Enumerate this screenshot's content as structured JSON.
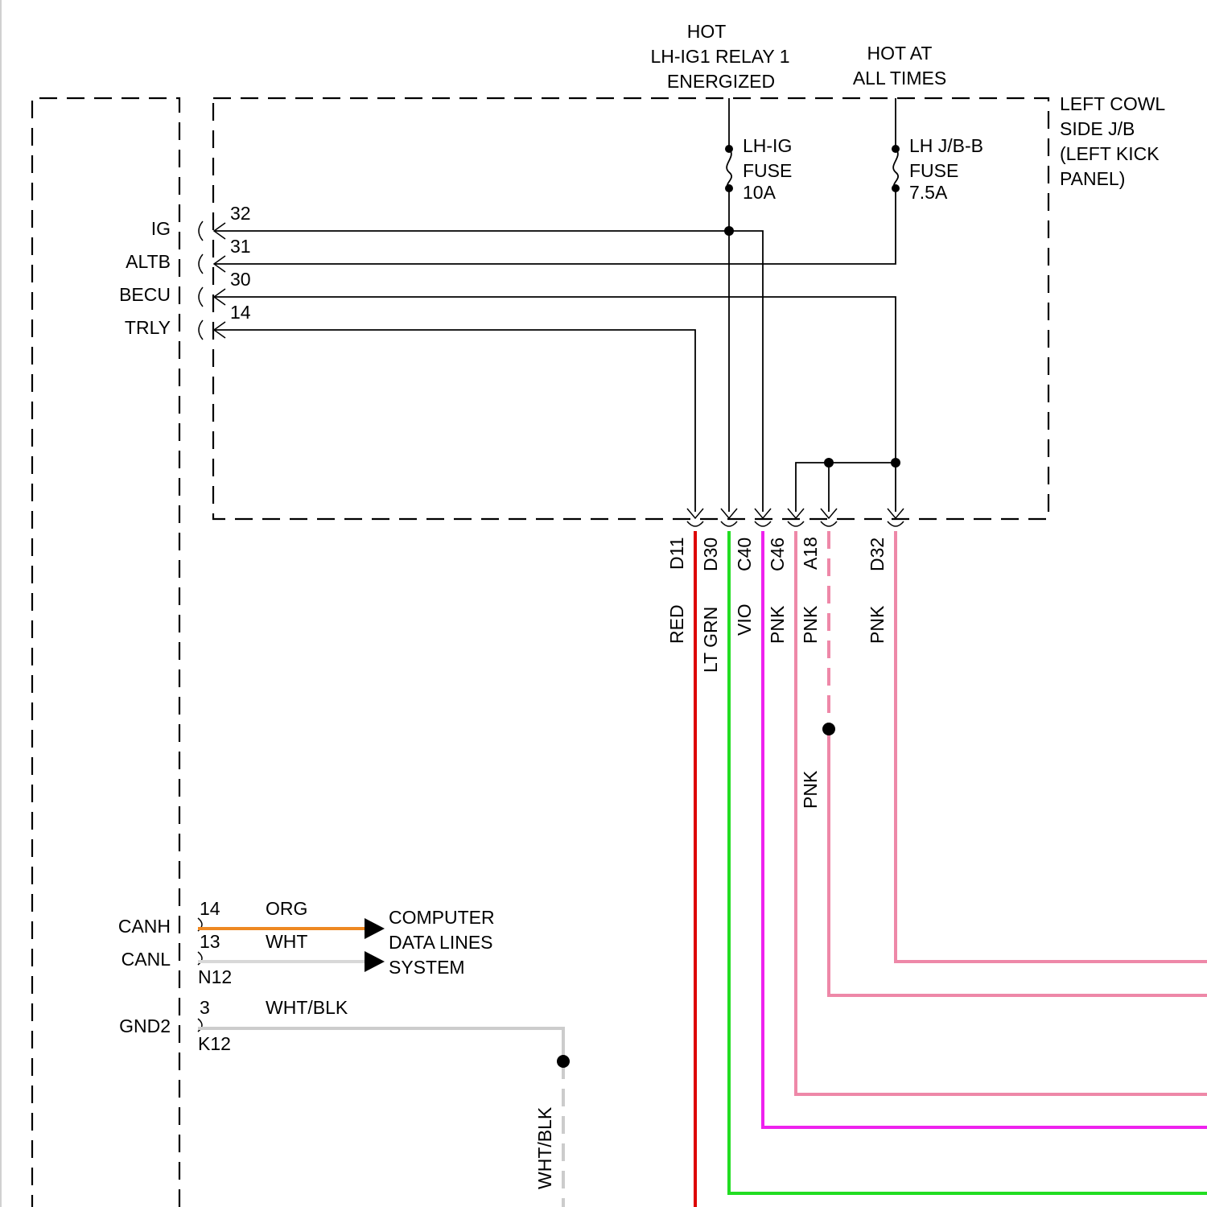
{
  "sources": {
    "relay": [
      "HOT",
      "LH-IG1 RELAY 1",
      "ENERGIZED"
    ],
    "battery": [
      "HOT AT",
      "ALL TIMES"
    ]
  },
  "junction_box": {
    "label": [
      "LEFT COWL",
      "SIDE J/B",
      "(LEFT KICK",
      "PANEL)"
    ]
  },
  "fuses": {
    "lh_ig": [
      "LH-IG",
      "FUSE",
      "10A"
    ],
    "lh_jb_b": [
      "LH J/B-B",
      "FUSE",
      "7.5A"
    ]
  },
  "module_pins": [
    {
      "signal": "IG",
      "pin": "32"
    },
    {
      "signal": "ALTB",
      "pin": "31"
    },
    {
      "signal": "BECU",
      "pin": "30"
    },
    {
      "signal": "TRLY",
      "pin": "14"
    }
  ],
  "bottom_connectors": [
    {
      "id": "D11",
      "color_label": "RED",
      "wire_color": "#dd0000"
    },
    {
      "id": "D30",
      "color_label": "LT GRN",
      "wire_color": "#22dd22"
    },
    {
      "id": "C40",
      "color_label": "VIO",
      "wire_color": "#ee22ee"
    },
    {
      "id": "C46",
      "color_label": "PNK",
      "wire_color": "#ee88a8"
    },
    {
      "id": "A18",
      "color_label": "PNK",
      "wire_color": "#ee88a8"
    },
    {
      "id": "D32",
      "color_label": "PNK",
      "wire_color": "#ee88a8"
    }
  ],
  "spliced_wire_label": "PNK",
  "can": {
    "canh": {
      "signal": "CANH",
      "pin": "14",
      "color_label": "ORG",
      "wire_color": "#ee8822"
    },
    "canl": {
      "signal": "CANL",
      "pin": "13",
      "color_label": "WHT",
      "wire_color": "#d8d8d8"
    },
    "connector": "N12",
    "destination": [
      "COMPUTER",
      "DATA LINES",
      "SYSTEM"
    ]
  },
  "ground": {
    "signal": "GND2",
    "pin": "3",
    "connector": "K12",
    "color_label": "WHT/BLK",
    "wire_color": "#cccccc",
    "down_label": "WHT/BLK"
  }
}
